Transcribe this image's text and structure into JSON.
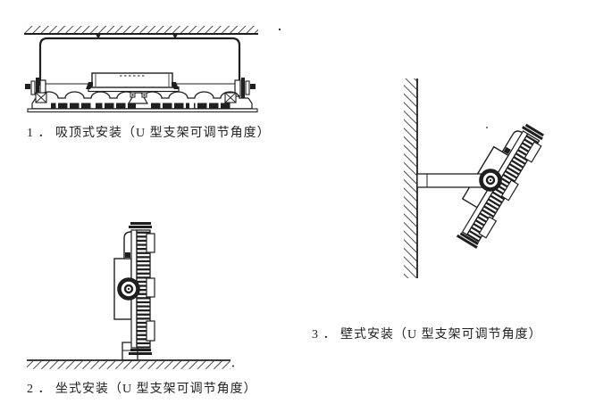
{
  "colors": {
    "ink": "#1f1f1f",
    "background": "#ffffff"
  },
  "figures": [
    {
      "index": "1",
      "caption": "1 ． 吸顶式安装（U 型支架可调节角度）",
      "meaning": "ceiling mount, U-bracket angle adjustable"
    },
    {
      "index": "2",
      "caption": "2 ． 坐式安装（U 型支架可调节角度）",
      "meaning": "seated / surface mount, U-bracket angle adjustable"
    },
    {
      "index": "3",
      "caption": "3 ． 壁式安装（U 型支架可调节角度）",
      "meaning": "wall mount, U-bracket angle adjustable"
    }
  ]
}
